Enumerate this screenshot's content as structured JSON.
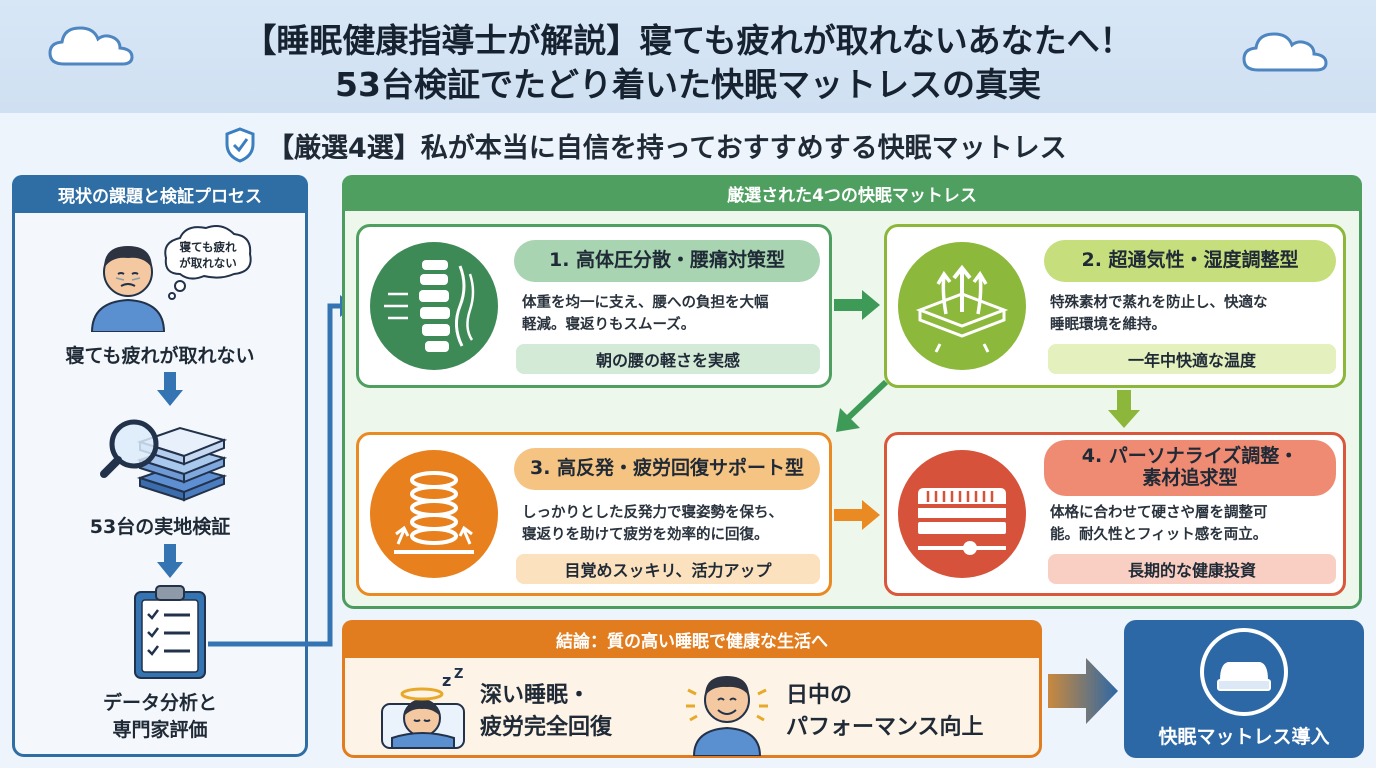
{
  "header": {
    "title_line1": "【睡眠健康指導士が解説】寝ても疲れが取れないあなたへ！",
    "title_line2": "53台検証でたどり着いた快眠マットレスの真実"
  },
  "subtitle": "【厳選4選】私が本当に自信を持っておすすめする快眠マットレス",
  "left_panel": {
    "heading": "現状の課題と検証プロセス",
    "bubble_line1": "寝ても疲れ",
    "bubble_line2": "が取れない",
    "step1": "寝ても疲れが取れない",
    "step2": "53台の実地検証",
    "step3_line1": "データ分析と",
    "step3_line2": "専門家評価"
  },
  "green_panel": {
    "heading": "厳選された4つの快眠マットレス"
  },
  "cards": [
    {
      "title": "1. 高体圧分散・腰痛対策型",
      "desc_line1": "体重を均一に支え、腰への負担を大幅",
      "desc_line2": "軽減。寝返りもスムーズ。",
      "pill": "朝の腰の軽さを実感"
    },
    {
      "title": "2. 超通気性・湿度調整型",
      "desc_line1": "特殊素材で蒸れを防止し、快適な",
      "desc_line2": "睡眠環境を維持。",
      "pill": "一年中快適な温度"
    },
    {
      "title": "3. 高反発・疲労回復サポート型",
      "desc_line1": "しっかりとした反発力で寝姿勢を保ち、",
      "desc_line2": "寝返りを助けて疲労を効率的に回復。",
      "pill": "目覚めスッキリ、活力アップ"
    },
    {
      "title_line1": "4. パーソナライズ調整・",
      "title_line2": "素材追求型",
      "desc_line1": "体格に合わせて硬さや層を調整可",
      "desc_line2": "能。耐久性とフィット感を両立。",
      "pill": "長期的な健康投資"
    }
  ],
  "conclusion": {
    "heading": "結論：質の高い睡眠で健康な生活へ",
    "benefit1_line1": "深い睡眠・",
    "benefit1_line2": "疲労完全回復",
    "benefit2_line1": "日中の",
    "benefit2_line2": "パフォーマンス向上"
  },
  "final": {
    "label": "快眠マットレス導入"
  },
  "colors": {
    "blue": "#2f6ea5",
    "green": "#4f9f60",
    "lime": "#8cb73a",
    "orange": "#e27d1f",
    "red": "#d9573a"
  }
}
